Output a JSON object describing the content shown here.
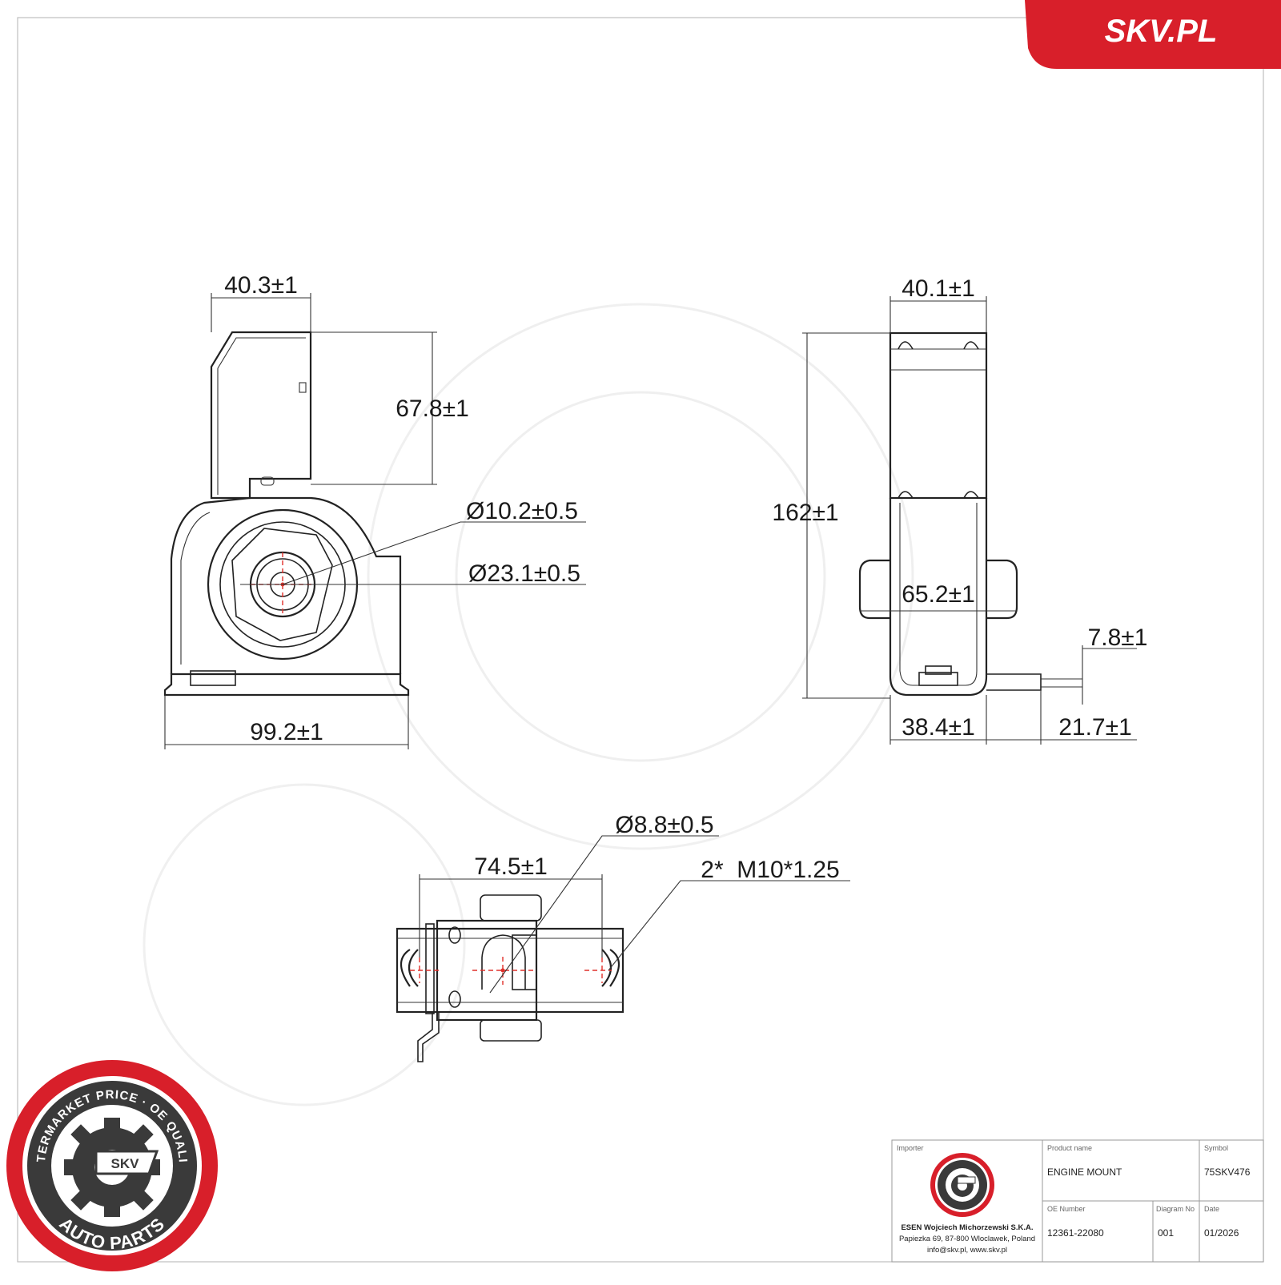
{
  "brand": {
    "logo_text": "SKV.PL",
    "accent_color": "#d81f2a",
    "badge": {
      "ring_top": "AFTERMARKET PRICE · OE QUALITY",
      "ring_bottom": "AUTO PARTS",
      "center": "SKV"
    }
  },
  "dimensions": {
    "front_top_width": "40.3±1",
    "front_top_height": "67.8±1",
    "inner_diameter": "Ø10.2±0.5",
    "outer_diameter": "Ø23.1±0.5",
    "front_base_width": "99.2±1",
    "side_top_width": "40.1±1",
    "side_total_height": "162±1",
    "side_mid_width": "65.2±1",
    "side_stud_offset": "7.8±1",
    "side_bottom_width": "38.4±1",
    "side_stud_length": "21.7±1",
    "bottom_hole_diameter": "Ø8.8±0.5",
    "bottom_span": "74.5±1",
    "bottom_thread": "2*  M10*1.25"
  },
  "title_block": {
    "importer_label": "Importer",
    "importer_name": "ESEN Wojciech Michorzewski S.K.A.",
    "importer_address": "Papiezka 69, 87-800 Wloclawek, Poland",
    "importer_contact": "info@skv.pl, www.skv.pl",
    "product_name_label": "Product name",
    "product_name": "ENGINE MOUNT",
    "symbol_label": "Symbol",
    "symbol": "75SKV476",
    "oe_number_label": "OE Number",
    "oe_number": "12361-22080",
    "diagram_no_label": "Diagram No",
    "diagram_no": "001",
    "date_label": "Date",
    "date": "01/2026"
  }
}
